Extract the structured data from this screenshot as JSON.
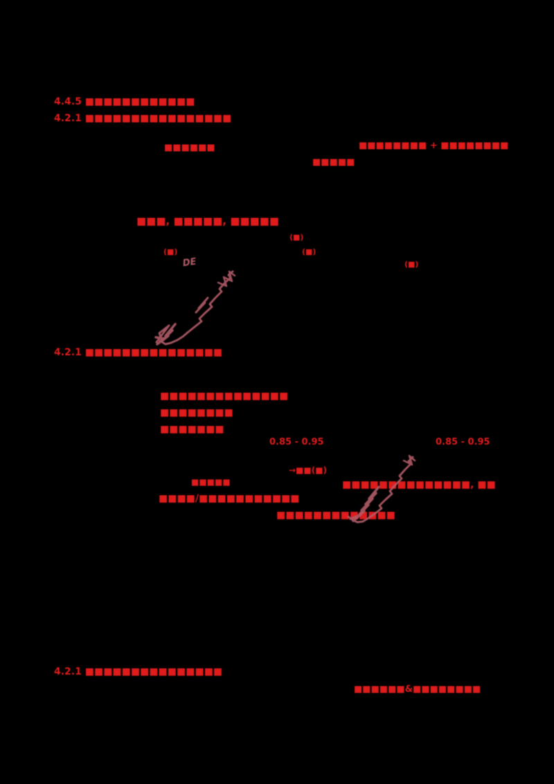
{
  "page": {
    "background": "#000000",
    "text_color": "#e01b1b",
    "annotation_color": "#b25b68"
  },
  "texts": {
    "heading_445": "4.4.5 ■■■■■■■■■■■■",
    "heading_421_top": "4.2.1 ■■■■■■■■■■■■■■■■",
    "label_mid_top": "■■■■■■",
    "formula_top_right": "■■■■■■■■ + ■■■■■■■■",
    "label_below_formula": "■■■■■",
    "formula_row": "■■■, ■■■■■, ■■■■■",
    "unit_1": "(■)",
    "unit_2": "(■)",
    "unit_3": "(■)",
    "unit_4": "(■)",
    "annotation_de": "DE",
    "heading_421_mid": "4.2.1 ■■■■■■■■■■■■■■■",
    "list_line_1": "■■■■■■■■■■■■■■",
    "list_line_2": "■■■■■■■■",
    "list_line_3": "■■■■■■■",
    "range_left": "0.85 - 0.95",
    "range_right": "0.85 - 0.95",
    "arrow_note": "→■■(■)",
    "small_note": "■■■■■",
    "formula_mid_right": "■■■■■■■■■■■■■■, ■■",
    "formula_mid_left": "■■■■/■■■■■■■■■■■",
    "formula_bottom": "■■■■■■■■■■■■■",
    "heading_421_bottom": "4.2.1 ■■■■■■■■■■■■■■■",
    "note_bottom_right": "■■■■■■&■■■■■■■■"
  }
}
